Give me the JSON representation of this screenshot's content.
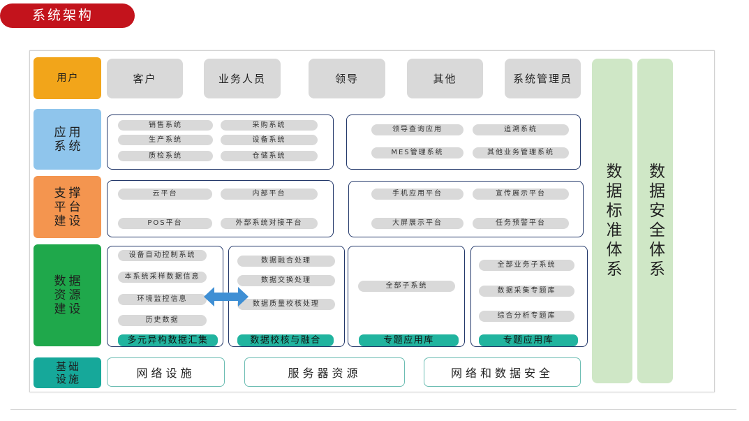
{
  "header": {
    "title": "系统架构"
  },
  "users": {
    "label": "用户",
    "items": [
      "客户",
      "业务人员",
      "领导",
      "其他",
      "系统管理员"
    ]
  },
  "apps": {
    "label": [
      "应用",
      "系统"
    ],
    "groups": [
      {
        "items": [
          "销售系统",
          "采购系统",
          "生产系统",
          "设备系统",
          "质检系统",
          "仓储系统"
        ]
      },
      {
        "items": [
          "领导查询应用",
          "追溯系统",
          "MES管理系统",
          "其他业务管理系统"
        ]
      }
    ]
  },
  "platform": {
    "label": [
      "支撑",
      "平台",
      "建设"
    ],
    "groups": [
      {
        "items": [
          "云平台",
          "内部平台",
          "POS平台",
          "外部系统对接平台"
        ]
      },
      {
        "items": [
          "手机应用平台",
          "宣传展示平台",
          "大屏展示平台",
          "任务预警平台"
        ]
      }
    ]
  },
  "data_resources": {
    "label": [
      "数据",
      "资源",
      "建设"
    ],
    "groups": [
      {
        "items": [
          "设备自动控制系统",
          "本系统采样数据信息",
          "环境监控信息",
          "历史数据"
        ],
        "footer": "多元异构数据汇集"
      },
      {
        "items": [
          "数据融合处理",
          "数据交换处理",
          "数据质量校核处理"
        ],
        "footer": "数据校核与融合"
      },
      {
        "items": [
          "全部子系统"
        ],
        "footer": "专题应用库"
      },
      {
        "items": [
          "全部业务子系统",
          "数据采集专题库",
          "综合分析专题库"
        ],
        "footer": "专题应用库"
      }
    ],
    "arrow_icon": "double-arrow-icon"
  },
  "infrastructure": {
    "label": [
      "基础",
      "设施"
    ],
    "items": [
      "网络设施",
      "服务器资源",
      "网络和数据安全"
    ]
  },
  "side_columns": [
    {
      "label": "数据标准体系"
    },
    {
      "label": "数据安全体系"
    }
  ],
  "colors": {
    "title_red": "#c3131c",
    "users": "#f2a51a",
    "apps": "#8fc5ec",
    "platform": "#f4954f",
    "data": "#1fa84b",
    "infrastructure": "#16a89a",
    "side_columns": "#cfe7c6",
    "pill_gray": "#d9d9d9",
    "footer_teal": "#21b49f",
    "group_border": "#23386a",
    "infra_border": "#6cbdb3",
    "arrow_blue": "#3f8fd4"
  }
}
